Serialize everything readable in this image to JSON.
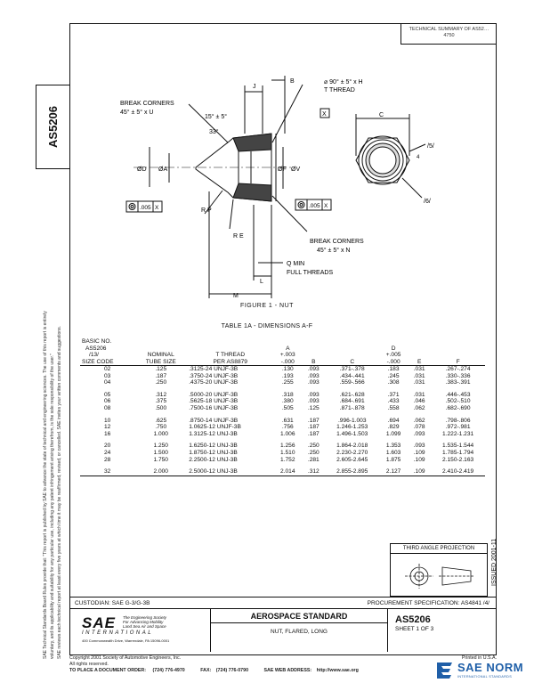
{
  "doc_number_side": "AS5206",
  "technical_summary": {
    "line1": "TECHNICAL SUMMARY OF AS52…",
    "line2": "4750"
  },
  "side_text": [
    "SAE Technical Standards Board Rules provide that: \"This report is published by SAE to advance the state of technical and engineering sciences. The use of this report is entirely",
    "voluntary, and its applicability and suitability for any particular use, including any patent infringement arising therefrom, is the sole responsibility of the user.\"",
    "SAE reviews each technical report at least every five years at which time it may be reaffirmed, revised, or cancelled. SAE invites your written comments and suggestions."
  ],
  "drawing_labels": {
    "break_corners_top": "BREAK CORNERS",
    "break_corners_top_val": "45° ± 5° x U",
    "j": "J",
    "b": "B",
    "thread_spec": "⌀ 90° ± 5° x H",
    "t_thread": "T THREAD",
    "x_box": "X",
    "angle15": "15° ± 5°",
    "angle33": "33°",
    "od": "ØD",
    "oa": "ØA",
    "of": "ØF",
    "ov": "ØV",
    "c": "C",
    "tol_left": ".005",
    "tol_left_x": "X",
    "tol_right": ".005",
    "tol_right_x": "X",
    "rp": "R P",
    "re": "R E",
    "break_corners_bottom": "BREAK CORNERS",
    "break_corners_bottom_val": "45° ± 5° x N",
    "q_min": "Q MIN",
    "full_threads": "FULL THREADS",
    "l": "L",
    "m": "M",
    "fiv": "/5/",
    "six": "/6/",
    "four": "4"
  },
  "figure_caption": "FIGURE 1 - NUT",
  "table_title": "TABLE 1A - DIMENSIONS A-F",
  "table": {
    "headers": {
      "basic": [
        "BASIC NO.",
        "AS5206",
        "/13/",
        "SIZE CODE"
      ],
      "nominal": [
        "NOMINAL",
        "TUBE SIZE"
      ],
      "thread": [
        "T THREAD",
        "PER AS8879"
      ],
      "a": [
        "A",
        "+.003",
        "-.000"
      ],
      "b": "B",
      "c": "C",
      "d": [
        "D",
        "+.005",
        "-.000"
      ],
      "e": "E",
      "f": "F"
    },
    "groups": [
      [
        [
          "02",
          ".125",
          ".3125-24 UNJF-3B",
          ".130",
          ".093",
          ".371-.378",
          ".183",
          ".031",
          ".267-.274"
        ],
        [
          "03",
          ".187",
          ".3750-24 UNJF-3B",
          ".193",
          ".093",
          ".434-.441",
          ".245",
          ".031",
          ".330-.336"
        ],
        [
          "04",
          ".250",
          ".4375-20 UNJF-3B",
          ".255",
          ".093",
          ".559-.566",
          ".308",
          ".031",
          ".383-.391"
        ]
      ],
      [
        [
          "05",
          ".312",
          ".5000-20 UNJF-3B",
          ".318",
          ".093",
          ".621-.628",
          ".371",
          ".031",
          ".446-.453"
        ],
        [
          "06",
          ".375",
          ".5625-18 UNJF-3B",
          ".380",
          ".093",
          ".684-.691",
          ".433",
          ".046",
          ".502-.510"
        ],
        [
          "08",
          ".500",
          ".7500-16 UNJF-3B",
          ".505",
          ".125",
          ".871-.878",
          ".558",
          ".062",
          ".682-.690"
        ]
      ],
      [
        [
          "10",
          ".625",
          ".8750-14 UNJF-3B",
          ".631",
          ".187",
          ".996-1.003",
          ".694",
          ".062",
          ".798-.806"
        ],
        [
          "12",
          ".750",
          "1.0625-12 UNJF-3B",
          ".756",
          ".187",
          "1.246-1.253",
          ".829",
          ".078",
          ".972-.981"
        ],
        [
          "16",
          "1.000",
          "1.3125-12 UNJ-3B",
          "1.006",
          ".187",
          "1.496-1.503",
          "1.099",
          ".093",
          "1.222-1.231"
        ]
      ],
      [
        [
          "20",
          "1.250",
          "1.6250-12 UNJ-3B",
          "1.256",
          ".250",
          "1.864-2.018",
          "1.353",
          ".093",
          "1.535-1.544"
        ],
        [
          "24",
          "1.500",
          "1.8750-12 UNJ-3B",
          "1.510",
          ".250",
          "2.230-2.270",
          "1.603",
          ".109",
          "1.785-1.794"
        ],
        [
          "28",
          "1.750",
          "2.2500-12 UNJ-3B",
          "1.752",
          ".281",
          "2.605-2.645",
          "1.875",
          ".109",
          "2.150-2.163"
        ]
      ],
      [
        [
          "32",
          "2.000",
          "2.5000-12 UNJ-3B",
          "2.014",
          ".312",
          "2.855-2.895",
          "2.127",
          ".109",
          "2.410-2.419"
        ]
      ]
    ]
  },
  "projection_label": "THIRD ANGLE PROJECTION",
  "issued": "ISSUED 2001-11",
  "custodian": "CUSTODIAN:  SAE G-3/G-3B",
  "procurement": "PROCUREMENT SPECIFICATION:  AS4841 /4/",
  "sae_brand": "SAE",
  "sae_tagline": [
    "The Engineering Society",
    "For Advancing Mobility",
    "Land Sea Air and Space"
  ],
  "sae_international": "INTERNATIONAL",
  "sae_address": "400 Commonwealth Drive, Warrendale, PA 15096-0001",
  "standard_title": "AEROSPACE STANDARD",
  "part_title": "NUT, FLARED, LONG",
  "doc_number": "AS5206",
  "sheet": "SHEET 1 OF 3",
  "copyright": "Copyright 2001 Society of Automotive Engineers, Inc.",
  "rights": "All rights reserved.",
  "printed": "Printed in U.S.A.",
  "order_label": "TO PLACE A DOCUMENT ORDER:",
  "order_phone": "(724) 776-4970",
  "fax_label": "FAX:",
  "fax_phone": "(724) 776-0790",
  "web_label": "SAE WEB ADDRESS:",
  "web_url": "http://www.sae.org",
  "logo_text": "SAE NORM",
  "logo_sub": "INTERNATIONAL STANDARDS"
}
